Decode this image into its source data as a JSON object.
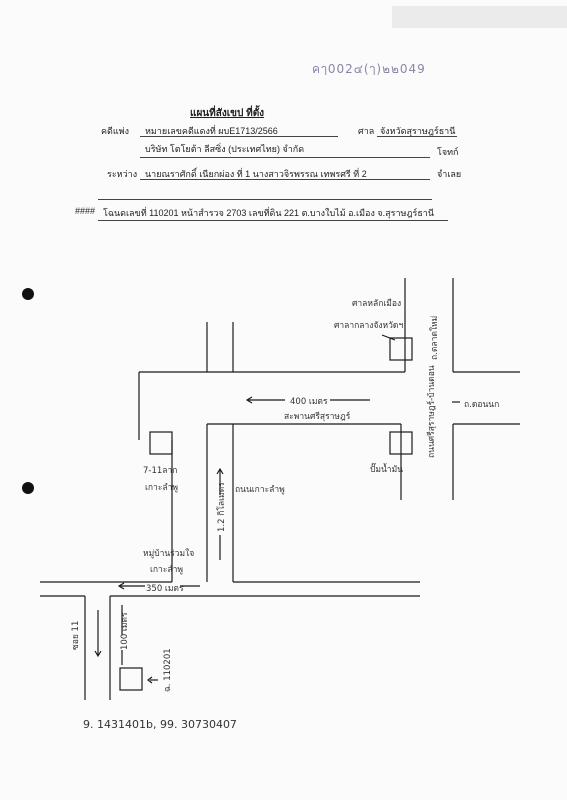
{
  "stamp": "คๅ002๔(ๅ)๒๒049",
  "form": {
    "title": "แผนที่สังเขป ที่ตั้ง",
    "case_label": "คดีแพ่ง",
    "case_value": "หมายเลขคดีแดงที่ ผบE1713/2566",
    "court_label": "ศาล",
    "court_value": "จังหวัดสุราษฎร์ธานี",
    "plaintiff_value": "บริษัท โตโยต้า ลีสซิ่ง (ประเทศไทย) จำกัด",
    "plaintiff_label": "โจทก์",
    "between_label": "ระหว่าง",
    "defendant_value": "นายณราศักดิ์ เนียกผ่อง ที่ 1 นางสาวจิรพรรณ เทพรศรี ที่ 2",
    "defendant_label": "จำเลย",
    "deed_prefix": "####",
    "deed_value": "โฉนดเลขที่ 110201 หน้าสำรวจ 2703 เลขที่ดิน 221 ต.บางใบไม้ อ.เมือง จ.สุราษฎร์ธานี"
  },
  "map": {
    "provincial_court": "ศาลหลักเมือง",
    "provincial_hall": "ศาลากลางจังหวัดฯ",
    "road_talad_mai": "ถ.ตลาดใหม่",
    "distance_400": "400 เมตร",
    "bridge": "สะพานศรีสุราษฎร์",
    "road_donnok": "ถ.ดอนนก",
    "yacht_road": "ถนนศรีสุราษฎร์-บ้านดอน",
    "gas_station": "ปั๊มน้ำมัน",
    "seven_eleven": "7-11ลาก",
    "ko_lamphu": "เกาะลำพู",
    "distance_1_2km": "1.2 กิโลเมตร",
    "ko_lamphu_road": "ถนนเกาะลำพู",
    "village": "หมู่บ้านร่วมใจ",
    "village_ko": "เกาะลำพู",
    "distance_350": "350 เมตร",
    "distance_100": "100 เมตร",
    "soi_11": "ซอย 11",
    "plot_label": "ฉ. 110201",
    "coordinates": "9. 1431401b, 99. 30730407"
  }
}
